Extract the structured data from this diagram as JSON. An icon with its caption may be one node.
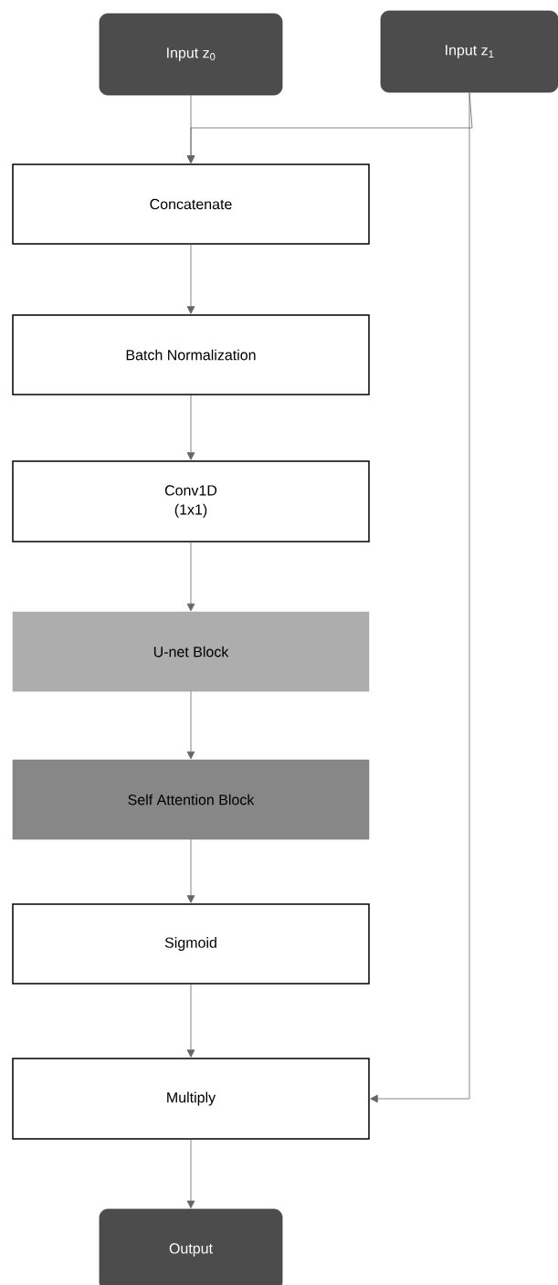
{
  "diagram": {
    "nodes": [
      {
        "text": [
          "Input z$_{0}$"
        ]
      },
      {
        "text": [
          "Input z$_{1}$"
        ]
      },
      {
        "text": [
          "Concatenate"
        ]
      },
      {
        "text": [
          "Batch Normalization"
        ]
      },
      {
        "text": [
          "Conv1D",
          "(1x1)"
        ]
      },
      {
        "text": [
          "U-net Block"
        ]
      },
      {
        "text": [
          "Self Attention Block"
        ]
      },
      {
        "text": [
          "Sigmoid"
        ]
      },
      {
        "text": [
          "Multiply"
        ]
      },
      {
        "text": [
          "Output"
        ]
      }
    ],
    "edges": [
      {
        "from": 0,
        "to": 2,
        "arrow": "to"
      },
      {
        "from": 1,
        "to": 2,
        "arrow": "to"
      },
      {
        "from": 2,
        "to": 3,
        "arrow": "to"
      },
      {
        "from": 3,
        "to": 4,
        "arrow": "to"
      },
      {
        "from": 4,
        "to": 5,
        "arrow": "to"
      },
      {
        "from": 5,
        "to": 6,
        "arrow": "to"
      },
      {
        "from": 6,
        "to": 7,
        "arrow": "to"
      },
      {
        "from": 7,
        "to": 8,
        "arrow": "to"
      },
      {
        "from": 1,
        "to": 8,
        "arrow": "to"
      },
      {
        "from": 8,
        "to": 9,
        "arrow": "to"
      }
    ]
  }
}
